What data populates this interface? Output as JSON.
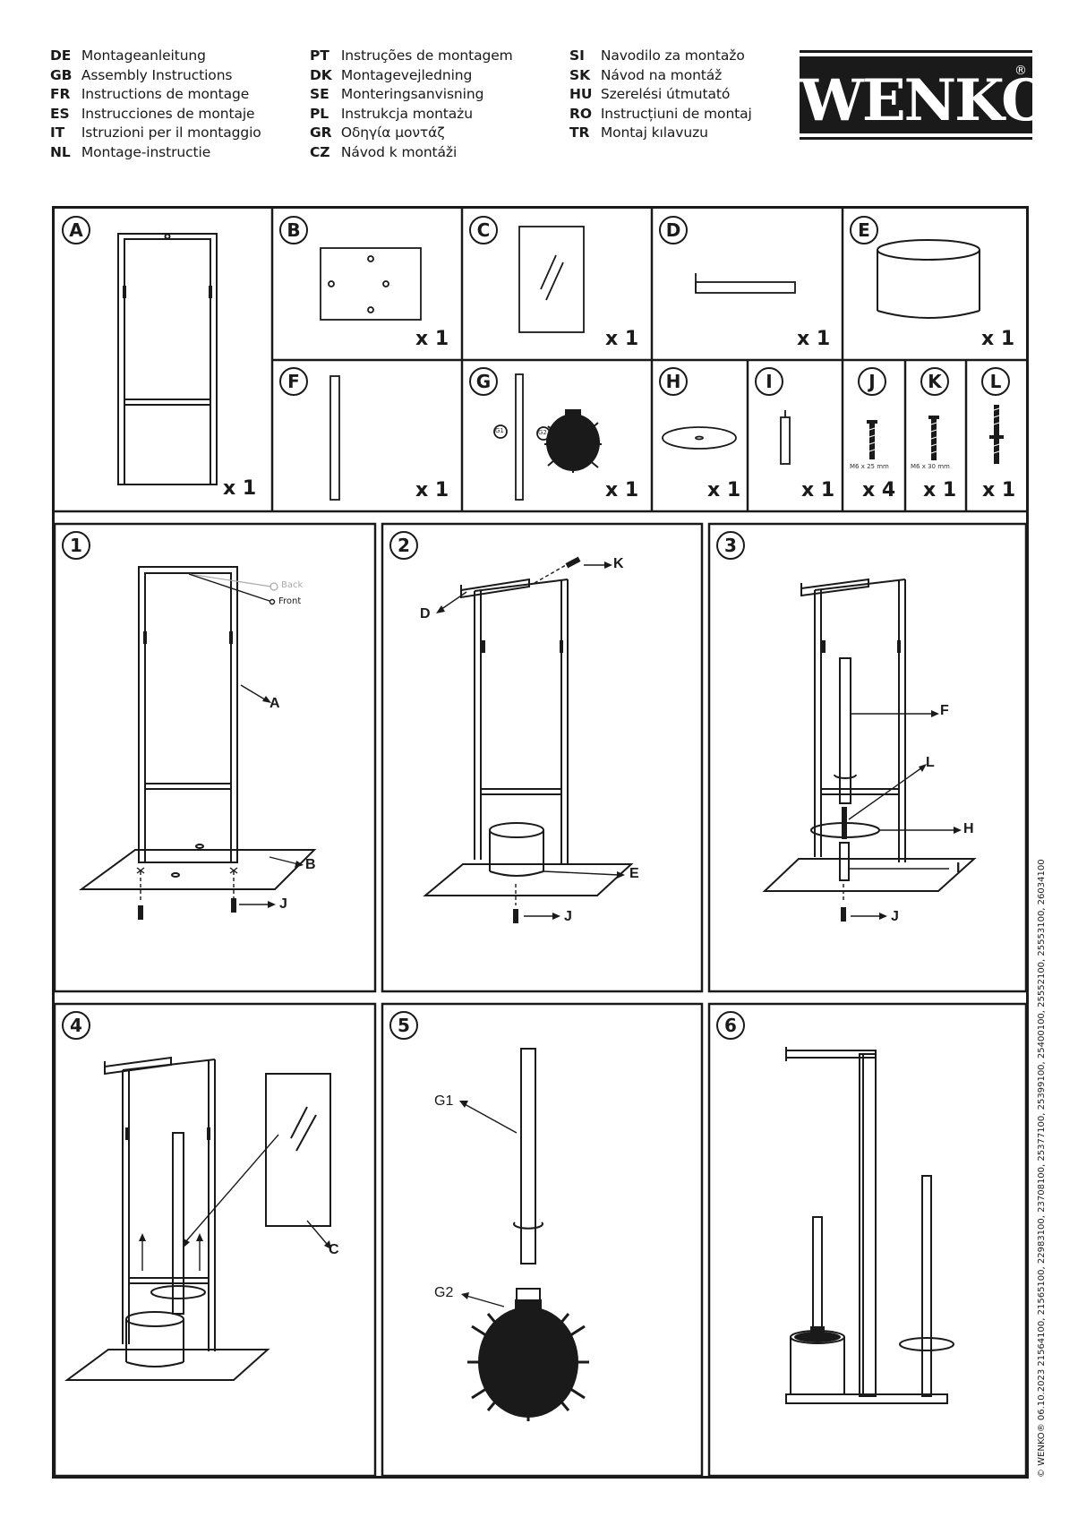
{
  "languages": [
    [
      {
        "code": "DE",
        "text": "Montageanleitung"
      },
      {
        "code": "GB",
        "text": "Assembly Instructions"
      },
      {
        "code": "FR",
        "text": "Instructions de montage"
      },
      {
        "code": "ES",
        "text": "Instrucciones de montaje"
      },
      {
        "code": "IT",
        "text": "Istruzioni per il montaggio"
      },
      {
        "code": "NL",
        "text": "Montage-instructie"
      }
    ],
    [
      {
        "code": "PT",
        "text": "Instruções de montagem"
      },
      {
        "code": "DK",
        "text": "Montagevejledning"
      },
      {
        "code": "SE",
        "text": "Monteringsanvisning"
      },
      {
        "code": "PL",
        "text": "Instrukcja montażu"
      },
      {
        "code": "GR",
        "text": "Οδηγία μοντάζ"
      },
      {
        "code": "CZ",
        "text": "Návod k montáži"
      }
    ],
    [
      {
        "code": "SI",
        "text": "Navodilo za montažo"
      },
      {
        "code": "SK",
        "text": "Návod na montáž"
      },
      {
        "code": "HU",
        "text": "Szerelési útmutató"
      },
      {
        "code": "RO",
        "text": "Instrucțiuni de montaj"
      },
      {
        "code": "TR",
        "text": "Montaj kılavuzu"
      }
    ]
  ],
  "logo": {
    "text": "WENKO",
    "reg": "®"
  },
  "parts": {
    "A": {
      "label": "A",
      "qty": "x 1"
    },
    "B": {
      "label": "B",
      "qty": "x 1"
    },
    "C": {
      "label": "C",
      "qty": "x 1"
    },
    "D": {
      "label": "D",
      "qty": "x 1"
    },
    "E": {
      "label": "E",
      "qty": "x 1"
    },
    "F": {
      "label": "F",
      "qty": "x 1"
    },
    "G": {
      "label": "G",
      "qty": "x 1",
      "g1": "G1",
      "g2": "G2"
    },
    "H": {
      "label": "H",
      "qty": "x 1"
    },
    "I": {
      "label": "I",
      "qty": "x 1"
    },
    "J": {
      "label": "J",
      "qty": "x 4",
      "spec": "M6 x 25 mm"
    },
    "K": {
      "label": "K",
      "qty": "x 1",
      "spec": "M6 x 30 mm"
    },
    "L": {
      "label": "L",
      "qty": "x 1"
    }
  },
  "steps": {
    "s1": {
      "num": "1",
      "back": "Back",
      "front": "Front",
      "a": "A",
      "b": "B",
      "j": "J"
    },
    "s2": {
      "num": "2",
      "k": "K",
      "d": "D",
      "e": "E",
      "j": "J"
    },
    "s3": {
      "num": "3",
      "f": "F",
      "l": "L",
      "h": "H",
      "i": "I",
      "j": "J"
    },
    "s4": {
      "num": "4",
      "c": "C"
    },
    "s5": {
      "num": "5",
      "g1": "G1",
      "g2": "G2"
    },
    "s6": {
      "num": "6"
    }
  },
  "footer": "© WENKO® 06.10.2023   21564100, 21565100, 22983100, 23708100, 25377100, 25399100, 25400100, 25552100, 25553100, 26034100"
}
